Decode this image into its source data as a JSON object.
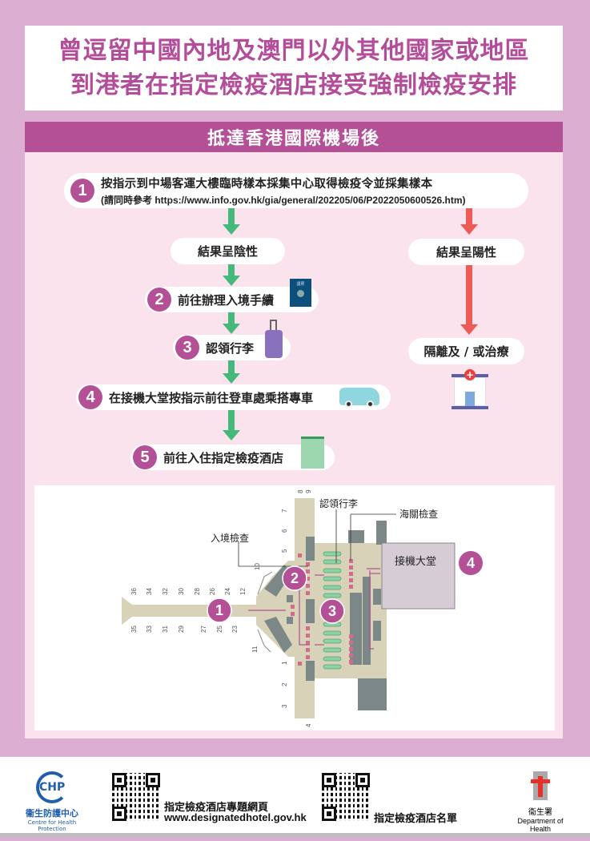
{
  "title": {
    "line1": "曾逗留中國內地及澳門以外其他國家或地區",
    "line2": "到港者在指定檢疫酒店接受強制檢疫安排"
  },
  "section": "抵達香港國際機場後",
  "steps": [
    {
      "num": "1",
      "text": "按指示到中場客運大樓臨時樣本採集中心取得檢疫令並採集樣本",
      "note": "(請同時參考 https://www.info.gov.hk/gia/general/202205/06/P2022050600526.htm)"
    },
    {
      "num": "2",
      "text": "前往辦理入境手續",
      "icon": "passport-icon",
      "icon_label": "護照"
    },
    {
      "num": "3",
      "text": "認領行李",
      "icon": "luggage-icon"
    },
    {
      "num": "4",
      "text": "在接機大堂按指示前往登車處乘搭專車",
      "icon": "van-icon"
    },
    {
      "num": "5",
      "text": "前往入住指定檢疫酒店",
      "icon": "hotel-icon"
    }
  ],
  "negative": "結果呈陰性",
  "positive": "結果呈陽性",
  "isolation": "隔離及 / 或治療",
  "map": {
    "labels": {
      "immigration": "入境檢查",
      "baggage": "認領行李",
      "customs": "海關檢查",
      "arrival_hall": "接機大堂"
    },
    "markers": [
      "1",
      "2",
      "3",
      "4"
    ],
    "gates_top": [
      "36",
      "34",
      "32",
      "30",
      "28",
      "26",
      "24",
      "12"
    ],
    "gates_bottom": [
      "35",
      "33",
      "31",
      "29",
      "27",
      "25",
      "23"
    ],
    "gates_other": [
      "10",
      "11",
      "8",
      "9",
      "7",
      "6",
      "5",
      "1",
      "2",
      "3",
      "4"
    ]
  },
  "footer": {
    "chp_cn": "衞生防護中心",
    "chp_en": "Centre for Health Protection",
    "chp_logo": "CHP",
    "qr1_title": "指定檢疫酒店專題網頁",
    "qr1_url": "www.designatedhotel.gov.hk",
    "qr2_title": "指定檢疫酒店名單",
    "dh_cn": "衞生署",
    "dh_en": "Department of Health"
  },
  "colors": {
    "brand": "#b35096",
    "green": "#45b97a",
    "red": "#ee5a55",
    "panel": "#fbe3ee",
    "background": "#dbaed2"
  }
}
